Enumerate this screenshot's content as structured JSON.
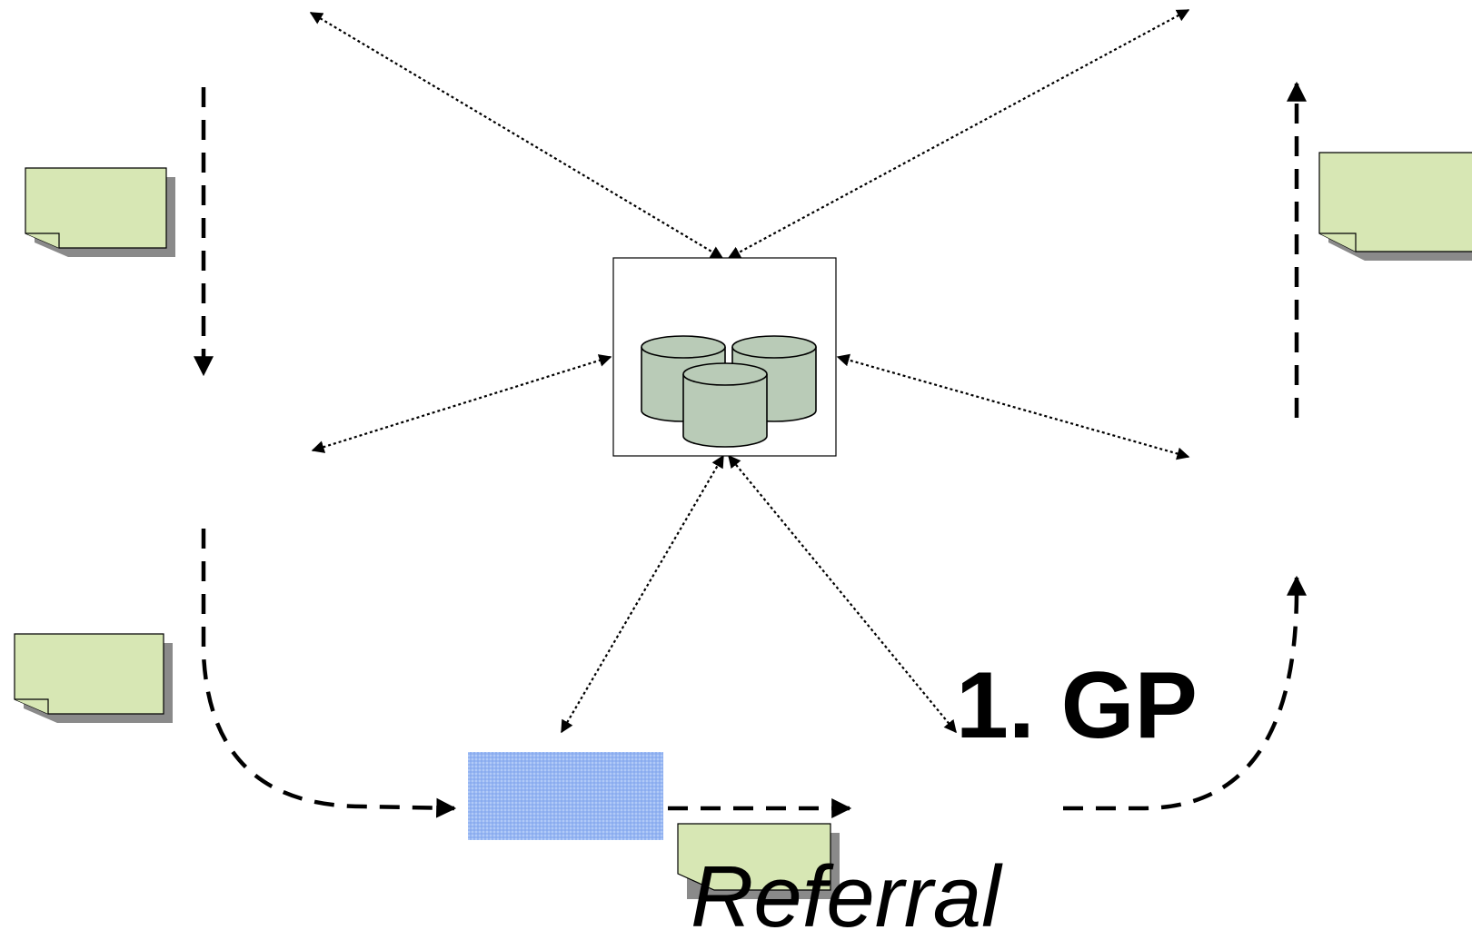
{
  "labels": {
    "gp": "1. GP",
    "referral": "Referral"
  },
  "colors": {
    "note_fill": "#d7e7b4",
    "note_shadow": "#8a8a8a",
    "db_fill": "#b9cbb7",
    "hatch_fill": "#8fb2f2",
    "arrow": "#000000"
  },
  "icons": {
    "center": "database-cluster-icon",
    "note": "document-note-icon",
    "hatched": "hatched-block"
  }
}
